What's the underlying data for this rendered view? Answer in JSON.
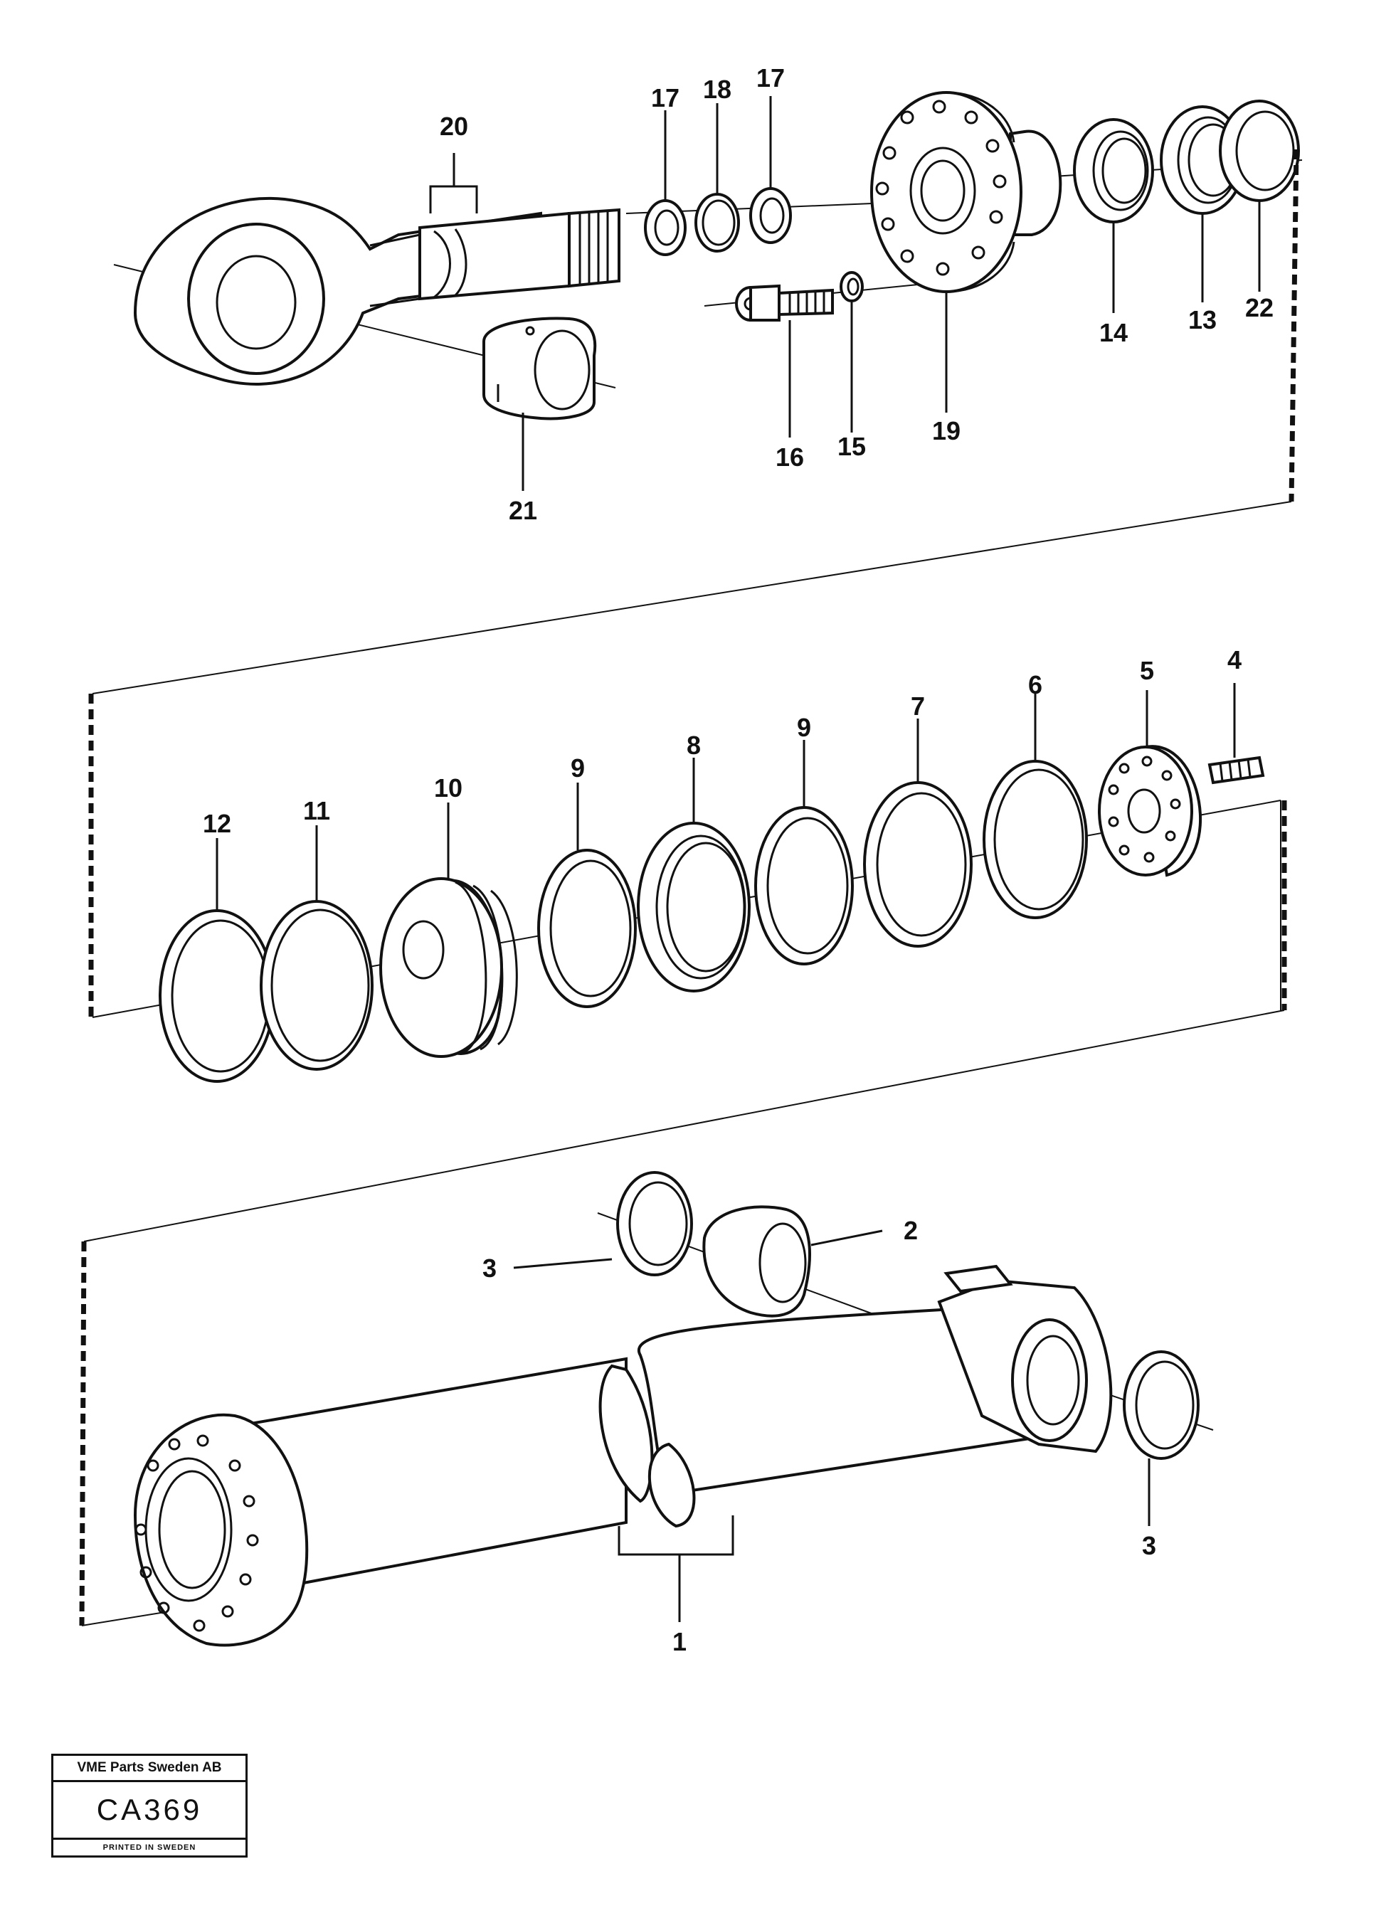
{
  "callouts": {
    "c1": "1",
    "c2": "2",
    "c3a": "3",
    "c3b": "3",
    "c4": "4",
    "c5": "5",
    "c6": "6",
    "c7": "7",
    "c8": "8",
    "c9a": "9",
    "c9b": "9",
    "c10": "10",
    "c11": "11",
    "c12": "12",
    "c13": "13",
    "c14": "14",
    "c15": "15",
    "c16": "16",
    "c17a": "17",
    "c17b": "17",
    "c18": "18",
    "c19": "19",
    "c20": "20",
    "c21": "21",
    "c22": "22"
  },
  "stamp": {
    "company": "VME Parts Sweden AB",
    "code": "CA369",
    "printed": "PRINTED IN SWEDEN"
  }
}
